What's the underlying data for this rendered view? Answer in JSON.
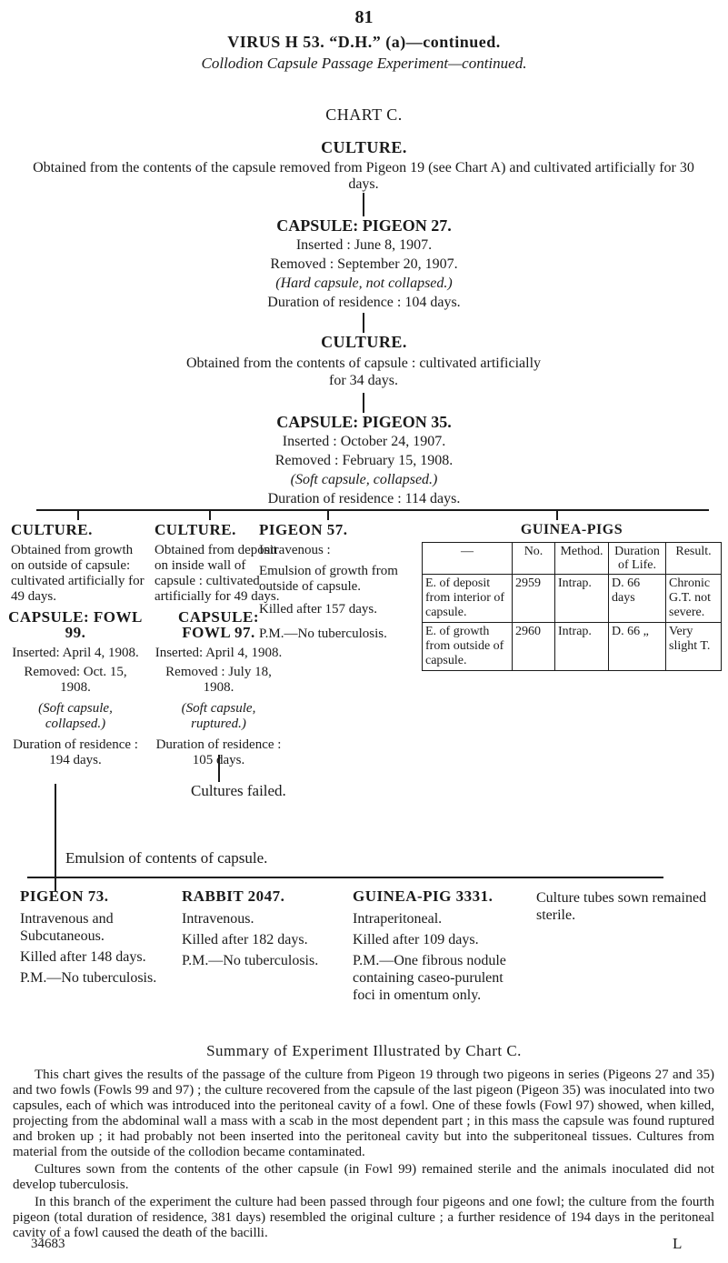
{
  "page_number": "81",
  "header": {
    "title": "VIRUS H 53. “D.H.” (a)—continued.",
    "subtitle": "Collodion Capsule Passage Experiment—continued."
  },
  "chart_label": "CHART C.",
  "culture1": {
    "heading": "CULTURE.",
    "text": "Obtained from the contents of the capsule removed from Pigeon 19 (see Chart A) and cultivated artificially for 30 days."
  },
  "capsule27": {
    "title": "CAPSULE: PIGEON 27.",
    "inserted": "Inserted : June 8, 1907.",
    "removed": "Removed : September 20, 1907.",
    "note": "(Hard capsule, not collapsed.)",
    "duration": "Duration of residence : 104 days."
  },
  "culture2": {
    "heading": "CULTURE.",
    "text": "Obtained from the contents of capsule : cultivated artificially for 34 days."
  },
  "capsule35": {
    "title": "CAPSULE: PIGEON 35.",
    "inserted": "Inserted : October 24, 1907.",
    "removed": "Removed : February 15, 1908.",
    "note": "(Soft capsule, collapsed.)",
    "duration": "Duration of residence : 114 days."
  },
  "left_culture": {
    "heading": "CULTURE.",
    "text": "Obtained from growth on outside of capsule: cultivated artificially for 49 days."
  },
  "fowl99": {
    "title": "CAPSULE: FOWL 99.",
    "inserted": "Inserted: April 4, 1908.",
    "removed": "Removed: Oct. 15, 1908.",
    "note": "(Soft capsule, collapsed.)",
    "duration": "Duration of residence : 194 days."
  },
  "mid_culture": {
    "heading": "CULTURE.",
    "text": "Obtained from deposit on inside wall of capsule : cultivated artificially for 49 days."
  },
  "fowl97": {
    "title": "CAPSULE: FOWL 97.",
    "inserted": "Inserted: April 4, 1908.",
    "removed": "Removed : July 18, 1908.",
    "note": "(Soft capsule, ruptured.)",
    "duration": "Duration of residence : 105 days."
  },
  "cultures_failed": "Cultures failed.",
  "pigeon57": {
    "title": "PIGEON 57.",
    "route": "Intravenous :",
    "text": "Emulsion of growth from outside of capsule.",
    "killed": "Killed after 157 days.",
    "pm": "P.M.—No tuberculosis."
  },
  "guinea_pigs": {
    "title": "GUINEA-PIGS",
    "headers": [
      "—",
      "No.",
      "Method.",
      "Duration of Life.",
      "Result."
    ],
    "rows": [
      [
        "E. of deposit from interior of capsule.",
        "2959",
        "Intrap.",
        "D. 66 days",
        "Chronic G.T. not severe."
      ],
      [
        "E. of growth from outside of capsule.",
        "2960",
        "Intrap.",
        "D. 66 „",
        "Very slight T."
      ]
    ]
  },
  "emulsion_label": "Emulsion of contents of capsule.",
  "pigeon73": {
    "title": "PIGEON 73.",
    "route": "Intravenous and Subcutaneous.",
    "killed": "Killed after 148 days.",
    "pm": "P.M.—No tuberculosis."
  },
  "rabbit2047": {
    "title": "RABBIT 2047.",
    "route": "Intravenous.",
    "killed": "Killed after 182 days.",
    "pm": "P.M.—No tuberculosis."
  },
  "guinea3331": {
    "title": "GUINEA-PIG 3331.",
    "route": "Intraperitoneal.",
    "killed": "Killed after 109 days.",
    "pm": "P.M.—One fibrous nodule containing caseo-purulent foci in omentum only."
  },
  "culture_tubes": "Culture tubes sown remained sterile.",
  "summary": {
    "heading": "Summary of Experiment Illustrated by Chart C.",
    "p1": "This chart gives the results of the passage of the culture from Pigeon 19 through two pigeons in series (Pigeons 27 and 35) and two fowls (Fowls 99 and 97) ; the culture recovered from the capsule of the last pigeon (Pigeon 35) was inoculated into two capsules, each of which was introduced into the peritoneal cavity of a fowl. One of these fowls (Fowl 97) showed, when killed, projecting from the abdominal wall a mass with a scab in the most dependent part ; in this mass the capsule was found ruptured and broken up ; it had probably not been inserted into the peritoneal cavity but into the subperitoneal tissues. Cultures from material from the outside of the collodion became contaminated.",
    "p2": "Cultures sown from the contents of the other capsule (in Fowl 99) remained sterile and the animals inoculated did not develop tuberculosis.",
    "p3": "In this branch of the experiment the culture had been passed through four pigeons and one fowl; the culture from the fourth pigeon (total duration of residence, 381 days) resembled the original culture ; a further residence of 194 days in the peritoneal cavity of a fowl caused the death of the bacilli."
  },
  "footer": {
    "left": "34683",
    "right": "L"
  }
}
